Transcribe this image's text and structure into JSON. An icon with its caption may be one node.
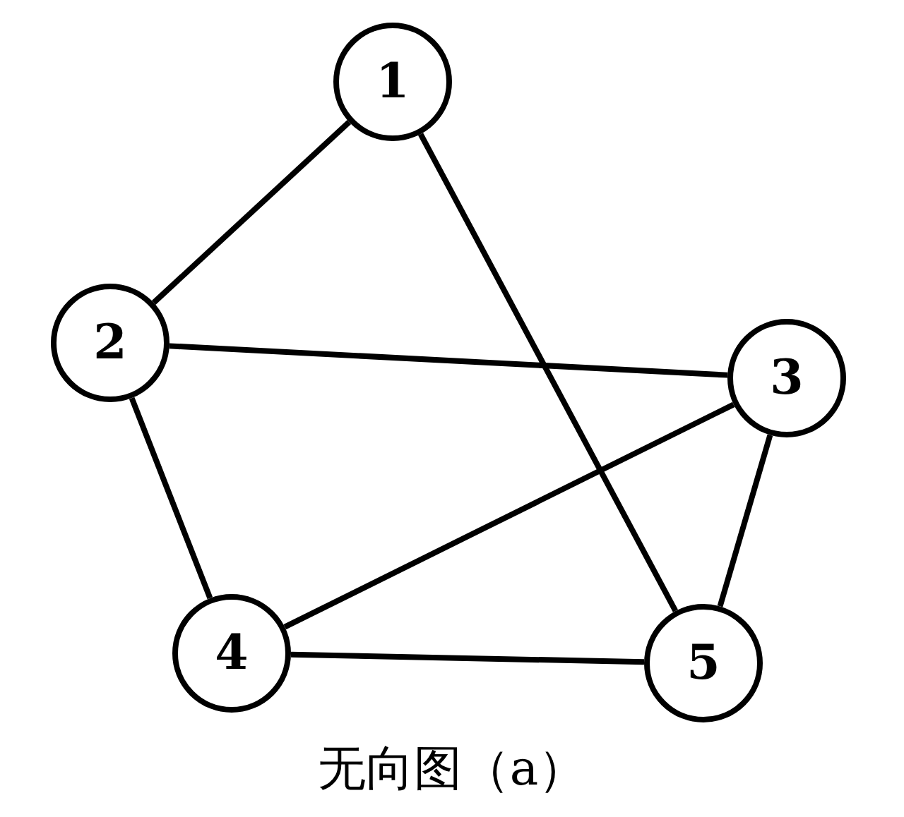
{
  "diagram": {
    "caption": "无向图（a）",
    "nodes": [
      {
        "text": [
          "1"
        ]
      },
      {
        "text": [
          "2"
        ]
      },
      {
        "text": [
          "3"
        ]
      },
      {
        "text": [
          "4"
        ]
      },
      {
        "text": [
          "5"
        ]
      }
    ],
    "edges": [
      {
        "from": 0,
        "to": 1,
        "arrow": "none"
      },
      {
        "from": 0,
        "to": 4,
        "arrow": "none"
      },
      {
        "from": 1,
        "to": 2,
        "arrow": "none"
      },
      {
        "from": 1,
        "to": 3,
        "arrow": "none"
      },
      {
        "from": 2,
        "to": 3,
        "arrow": "none"
      },
      {
        "from": 2,
        "to": 4,
        "arrow": "none"
      },
      {
        "from": 3,
        "to": 4,
        "arrow": "none"
      }
    ]
  }
}
